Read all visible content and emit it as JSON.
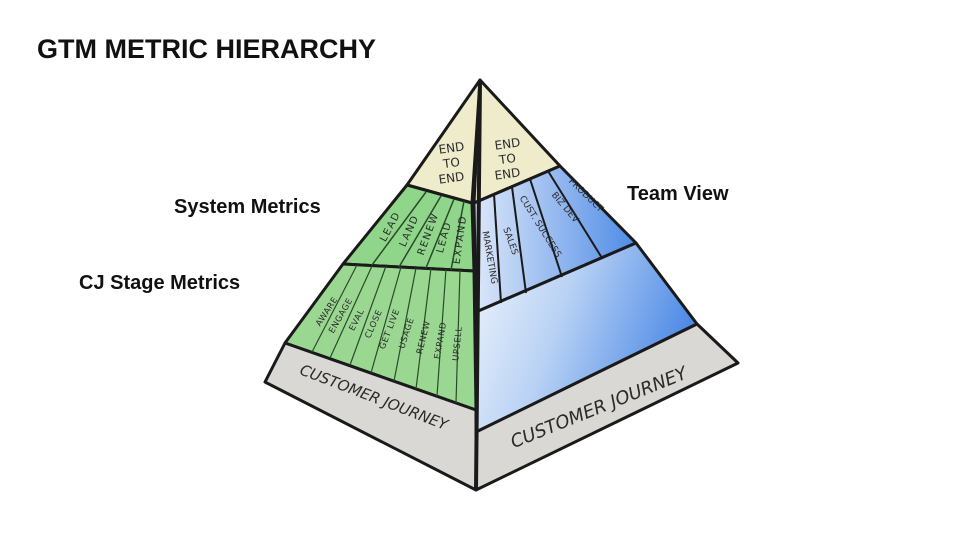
{
  "title": "GTM METRIC HIERARCHY",
  "labels": {
    "system_metrics": "System Metrics",
    "cj_stage_metrics": "CJ Stage Metrics",
    "team_view": "Team View"
  },
  "pyramid": {
    "left_face": {
      "top": [
        "END",
        "TO",
        "END"
      ],
      "system_metrics": [
        "LEAD",
        "LAND",
        "RENEW",
        "LEAD",
        "EXPAND"
      ],
      "cj_stages": [
        "AWARE",
        "ENGAGE",
        "EVAL",
        "CLOSE",
        "GET LIVE",
        "USAGE",
        "RENEW",
        "EXPAND",
        "UPSELL"
      ],
      "base": "CUSTOMER JOURNEY"
    },
    "right_face": {
      "top": [
        "END",
        "TO",
        "END"
      ],
      "teams": [
        "MARKETING",
        "SALES",
        "CUST. SUCCESS",
        "BIZ DEV",
        "PRODUCT"
      ],
      "base": "CUSTOMER JOURNEY"
    }
  },
  "colors": {
    "cream": "#eeeccb",
    "green": "#8fd68a",
    "blue": "#5b95e6",
    "base_gray": "#d9d8d4",
    "outline": "#1a1a1a"
  }
}
